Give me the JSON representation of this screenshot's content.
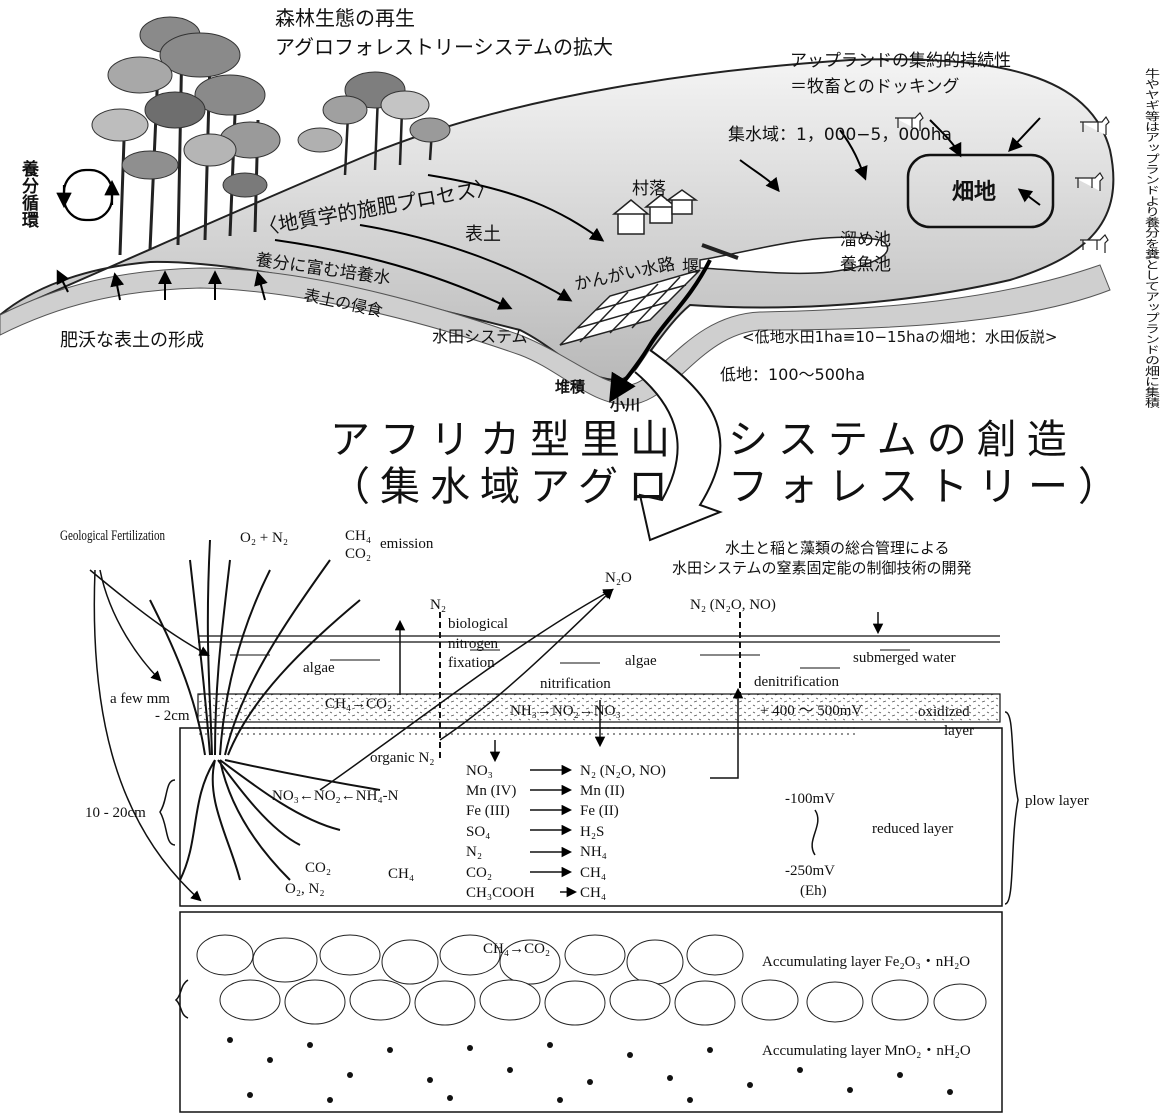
{
  "top": {
    "forest_title_1": "森林生態の再生",
    "forest_title_2": "アグロフォレストリーシステムの拡大",
    "upland_title_1": "アップランドの集約的持続性",
    "upland_title_2": "＝牧畜とのドッキング",
    "livestock_note": "牛やヤギ等はアップランドより養分を糞としてアップランドの畑に集積",
    "nutrient_cycle": "養分循環",
    "fertile_topsoil": "肥沃な表土の形成",
    "geo_fert_process": "〈地質学的施肥プロセス〉",
    "topsoil": "表土",
    "nutrient_water": "養分に富む培養水",
    "erosion": "表土の侵食",
    "catchment": "集水域：1，000−5，000ha",
    "field": "畑地",
    "village": "村落",
    "canal": "かんがい水路",
    "weir": "堰",
    "pond_1": "溜め池",
    "pond_2": "養魚池",
    "paddy_system": "水田システム",
    "hypothesis": "<低地水田1ha≡10−15haの畑地：水田仮説>",
    "lowland": "低地：100〜500ha",
    "deposition": "堆積",
    "stream": "小川"
  },
  "headline": {
    "line1_left": "アフリカ型里山",
    "line1_right": "システムの創造",
    "line2_left": "（集水域アグロ",
    "line2_right": "フォレストリー）"
  },
  "bottom": {
    "geo_fert": "Geological Fertilization",
    "o2n2": "O₂ + N₂",
    "ch4_top": "CH₄",
    "co2_top": "CO₂",
    "emission": "emission",
    "jp_title_1": "水土と稲と藻類の総合管理による",
    "jp_title_2": "水田システムの窒素固定能の制御技術の開発",
    "n2o": "N₂O",
    "n2_left": "N₂",
    "n2_right": "N₂ (N₂O, NO)",
    "bio_fix": [
      "biological",
      "nitrogen",
      "fixation"
    ],
    "algae_1": "algae",
    "algae_2": "algae",
    "submerged": "submerged water",
    "nitrification": "nitrification",
    "denitrification": "denitrification",
    "few_mm": "a few mm",
    "two_cm": "- 2cm",
    "ch4_co2_a": "CH₄→CO₂",
    "nh3_chain": "NH₃→NO₂→NO₃",
    "mv_range": "+ 400 〜 500mV",
    "oxidized_1": "oxidized",
    "oxidized_2": "layer",
    "organic_n2": "organic N₂",
    "depth_10_20": "10 - 20cm",
    "no3_chain": "NO₃←NO₂←NH₄-N",
    "reactions_left": [
      "NO₃",
      "Mn (IV)",
      "Fe (III)",
      "SO₄",
      "N₂",
      "CO₂",
      "CH₃COOH"
    ],
    "reactions_right": [
      "N₂ (N₂O, NO)",
      "Mn (II)",
      "Fe (II)",
      "H₂S",
      "NH₄",
      "CH₄",
      "CH₄"
    ],
    "mv_100": "-100mV",
    "mv_250": "-250mV",
    "eh": "(Eh)",
    "reduced": "reduced layer",
    "plow": "plow layer",
    "co2_root": "CO₂",
    "ch4_root": "CH₄",
    "o2n2_root": "O₂, N₂",
    "ch4_co2_b": "CH₄→CO₂",
    "acc_fe": "Accumulating layer Fe₂O₃・nH₂O",
    "acc_mn": "Accumulating layer MnO₂・nH₂O"
  }
}
